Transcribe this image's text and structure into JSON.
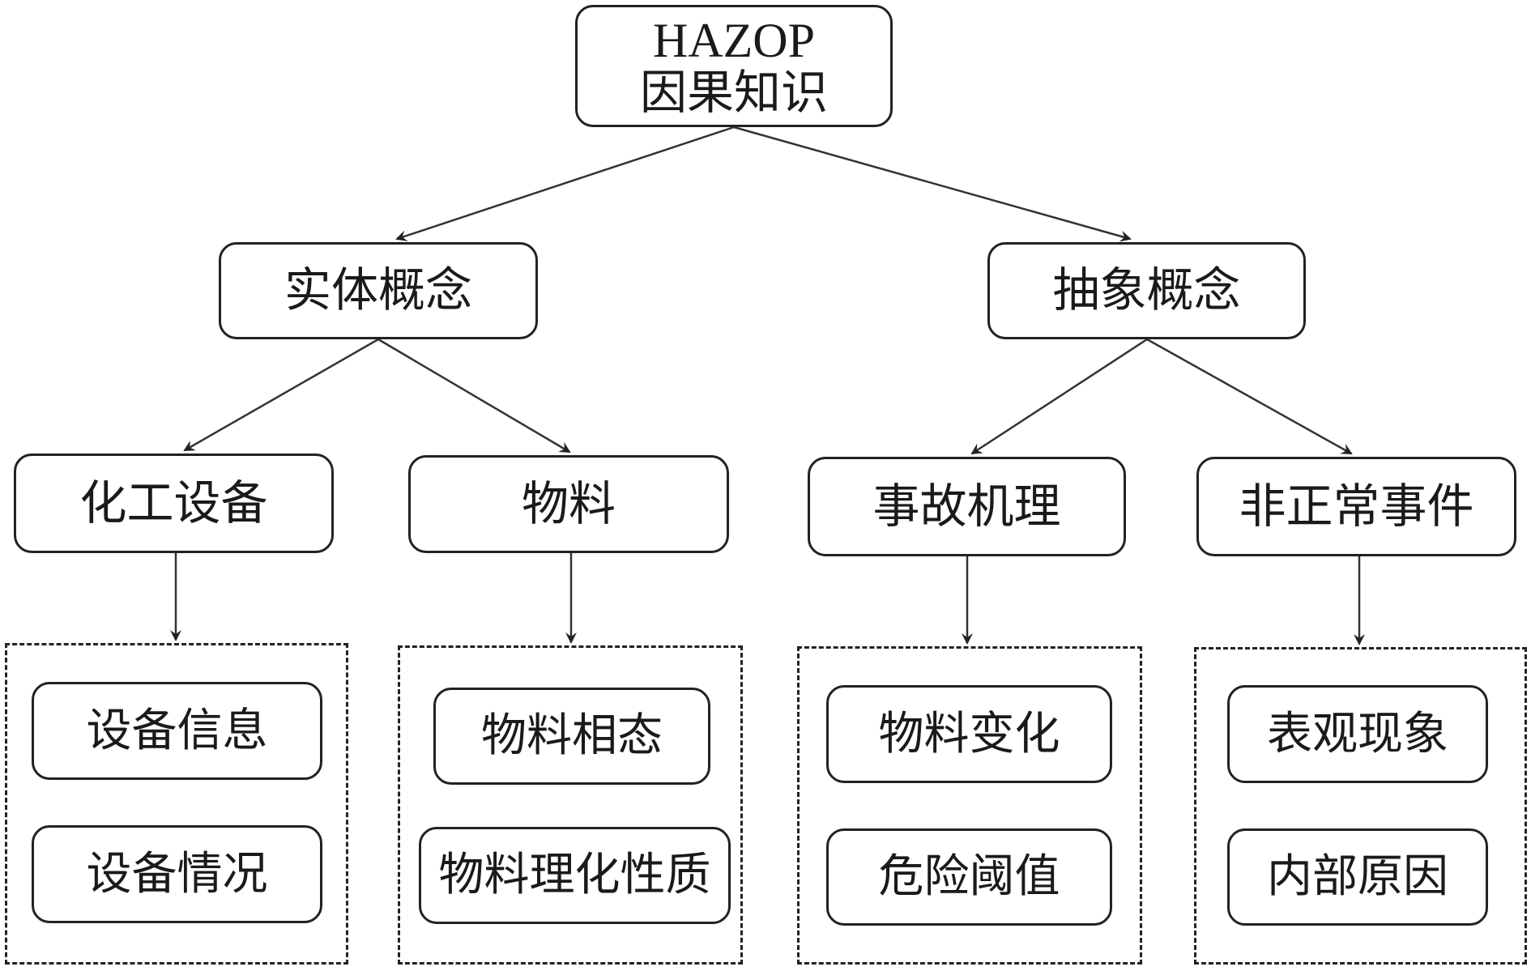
{
  "diagram": {
    "root": {
      "line1": "HAZOP",
      "line2": "因果知识"
    },
    "level1": [
      {
        "id": "entity",
        "label": "实体概念"
      },
      {
        "id": "abstract",
        "label": "抽象概念"
      }
    ],
    "level2": [
      {
        "id": "equipment",
        "label": "化工设备",
        "parent": "entity"
      },
      {
        "id": "material",
        "label": "物料",
        "parent": "entity"
      },
      {
        "id": "mechanism",
        "label": "事故机理",
        "parent": "abstract"
      },
      {
        "id": "abnormal",
        "label": "非正常事件",
        "parent": "abstract"
      }
    ],
    "groups": [
      {
        "parent": "equipment",
        "items": [
          "设备信息",
          "设备情况"
        ]
      },
      {
        "parent": "material",
        "items": [
          "物料相态",
          "物料理化性质"
        ]
      },
      {
        "parent": "mechanism",
        "items": [
          "物料变化",
          "危险阈值"
        ]
      },
      {
        "parent": "abnormal",
        "items": [
          "表观现象",
          "内部原因"
        ]
      }
    ]
  }
}
